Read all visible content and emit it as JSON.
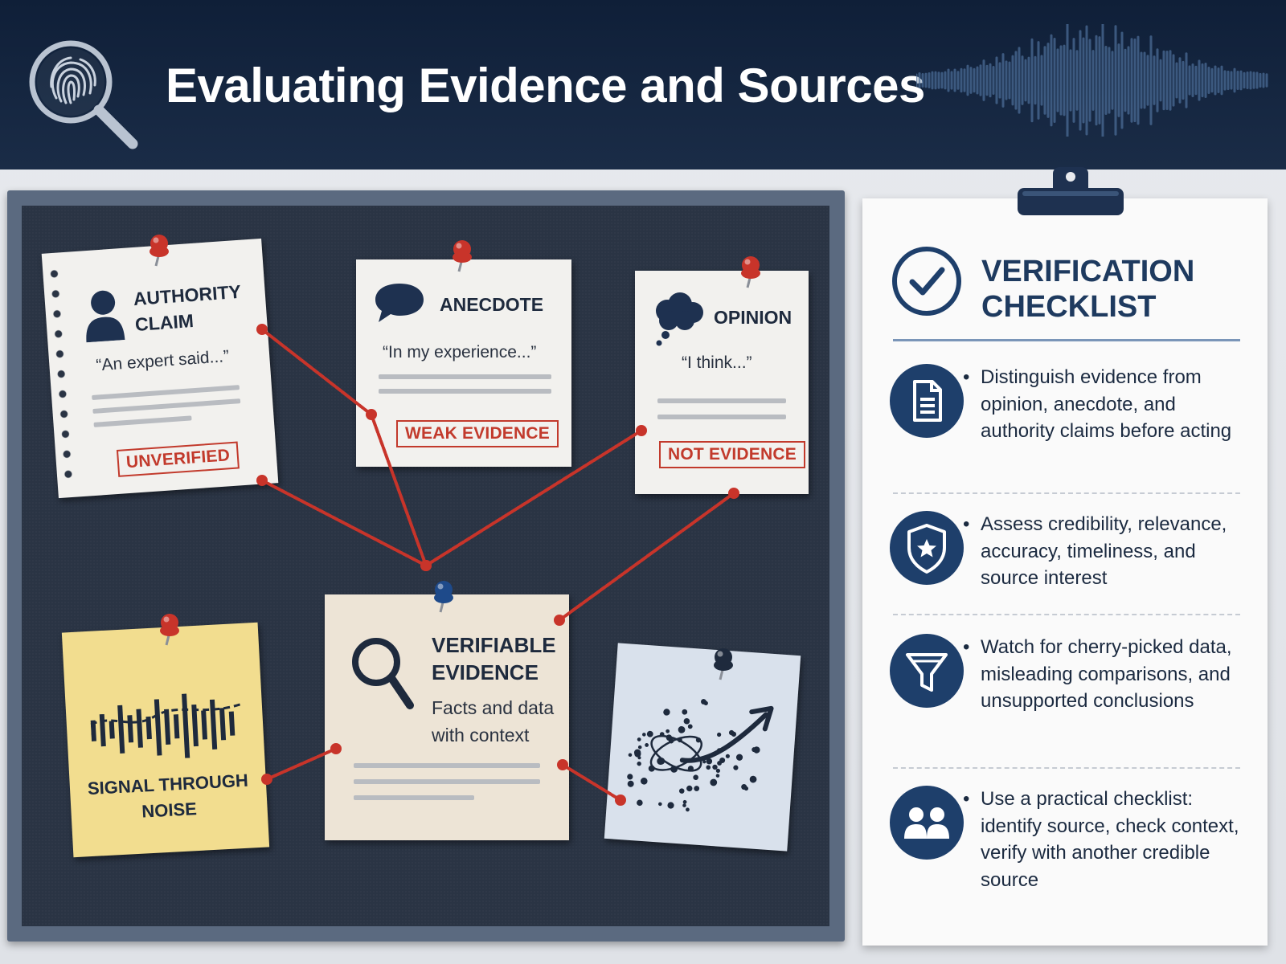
{
  "header": {
    "title": "Evaluating Evidence and Sources",
    "logo_icon": "fingerprint-magnifier-icon",
    "background": "#13233d"
  },
  "board": {
    "cards": {
      "authority": {
        "icon": "person-icon",
        "label_line1": "AUTHORITY",
        "label_line2": "CLAIM",
        "quote": "“An expert said...”",
        "stamp": "UNVERIFIED"
      },
      "anecdote": {
        "icon": "speech-bubble-icon",
        "label": "ANECDOTE",
        "quote": "“In my experience...”",
        "stamp": "WEAK EVIDENCE"
      },
      "opinion": {
        "icon": "thought-bubble-icon",
        "label": "OPINION",
        "quote": "“I think...”",
        "stamp": "NOT EVIDENCE"
      },
      "verifiable": {
        "icon": "magnifier-icon",
        "label_line1": "VERIFIABLE",
        "label_line2": "EVIDENCE",
        "desc_line1": "Facts and data",
        "desc_line2": "with context"
      },
      "signal": {
        "icon": "signal-bars-icon",
        "label_line1": "SIGNAL THROUGH",
        "label_line2": "NOISE"
      },
      "scatter": {
        "icon": "scatter-trend-icon"
      }
    },
    "string_color": "#c8342a",
    "stamp_color": "#c23a2c"
  },
  "checklist": {
    "title_line1": "VERIFICATION",
    "title_line2": "CHECKLIST",
    "header_icon": "checkmark-circle-icon",
    "accent": "#1e3f6b",
    "items": [
      {
        "icon": "document-icon",
        "text": "Distinguish evidence from opinion, anecdote, and authority claims before acting"
      },
      {
        "icon": "shield-star-icon",
        "text": "Assess credibility, relevance, accuracy, timeliness, and source interest"
      },
      {
        "icon": "funnel-icon",
        "text": "Watch for cherry-picked data, misleading comparisons, and unsupported conclusions"
      },
      {
        "icon": "people-icon",
        "text": "Use a practical checklist: identify source, check context, verify with another credible source"
      }
    ]
  }
}
